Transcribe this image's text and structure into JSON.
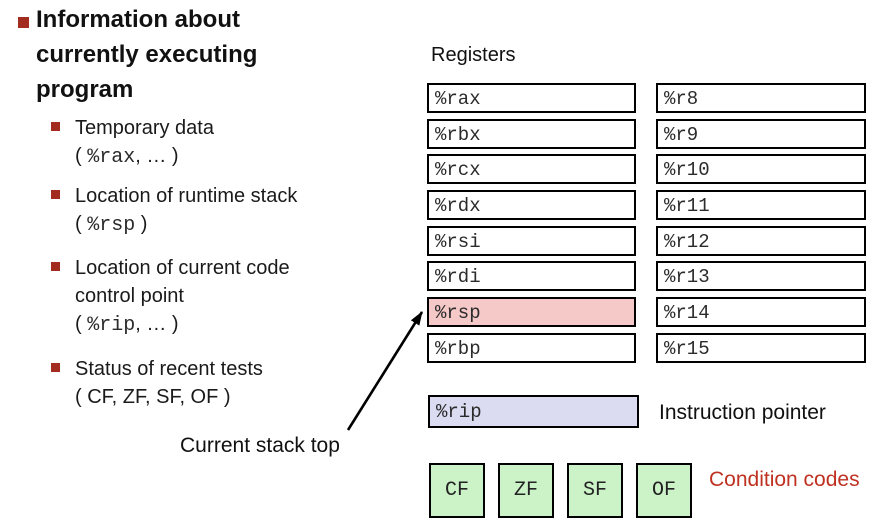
{
  "slide": {
    "title_lines": [
      "Information about",
      "currently executing",
      "program"
    ],
    "bullets": [
      {
        "line1": "Temporary data",
        "line2": "",
        "detail_pre": "( ",
        "detail_mono": "%rax",
        "detail_post": ", … )"
      },
      {
        "line1": "Location of runtime stack",
        "line2": "",
        "detail_pre": "( ",
        "detail_mono": "%rsp",
        "detail_post": " )"
      },
      {
        "line1": "Location of current code",
        "line2": "control point",
        "detail_pre": "( ",
        "detail_mono": "%rip",
        "detail_post": ", … )"
      },
      {
        "line1": "Status of recent tests",
        "line2": "",
        "detail_pre": "( CF, ZF, SF, OF )",
        "detail_mono": "",
        "detail_post": ""
      }
    ],
    "arrow_label": "Current stack top"
  },
  "registers": {
    "heading": "Registers",
    "left_column": [
      "%rax",
      "%rbx",
      "%rcx",
      "%rdx",
      "%rsi",
      "%rdi",
      "%rsp",
      "%rbp"
    ],
    "right_column": [
      "%r8",
      "%r9",
      "%r10",
      "%r11",
      "%r12",
      "%r13",
      "%r14",
      "%r15"
    ],
    "highlighted_register": "%rsp",
    "highlight_color": "#f5c9c7",
    "instruction_pointer": {
      "register": "%rip",
      "label": "Instruction pointer",
      "box_color": "#dbdbf2"
    },
    "condition_codes": {
      "flags": [
        "CF",
        "ZF",
        "SF",
        "OF"
      ],
      "label": "Condition codes",
      "box_color": "#ccf2c8",
      "label_color": "#bf3222"
    }
  }
}
